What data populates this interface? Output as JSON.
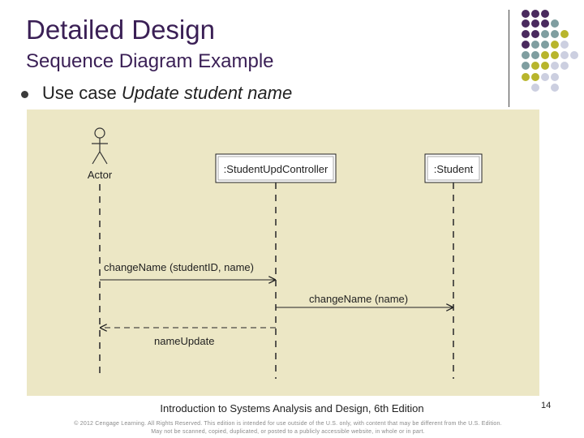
{
  "slide": {
    "title": "Detailed Design",
    "subtitle": "Sequence Diagram Example",
    "bullet": {
      "prefix": "Use case ",
      "emphasis": "Update student name"
    }
  },
  "diagram": {
    "actor": {
      "label": "Actor"
    },
    "objects": [
      {
        "label": ":StudentUpdController"
      },
      {
        "label": ":Student"
      }
    ],
    "messages": [
      {
        "label": "changeName (studentID, name)",
        "from": "Actor",
        "to": ":StudentUpdController",
        "kind": "call"
      },
      {
        "label": "changeName (name)",
        "from": ":StudentUpdController",
        "to": ":Student",
        "kind": "call"
      },
      {
        "label": "nameUpdate",
        "from": ":StudentUpdController",
        "to": "Actor",
        "kind": "return"
      }
    ]
  },
  "footer": {
    "text": "Introduction to Systems Analysis and Design, 6th Edition",
    "page_number": "14",
    "copyright_line1": "© 2012 Cengage Learning. All Rights Reserved. This edition is intended for use outside of the U.S. only, with content that may be different from the U.S. Edition.",
    "copyright_line2": "May not be scanned, copied, duplicated, or posted to a publicly accessible website, in whole or in part."
  },
  "colors": {
    "title": "#3a1f55",
    "panel_background": "#ece7c5",
    "dot_purple": "#4a2a5e",
    "dot_teal": "#7f9ea0",
    "dot_olive": "#b8b52c",
    "dot_lavender": "#cccfe0"
  }
}
